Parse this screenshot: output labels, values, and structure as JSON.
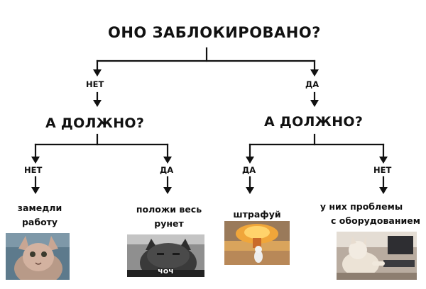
{
  "title": "ОНО ЗАБЛОКИРОВАНО?",
  "branch_no": "НЕТ",
  "branch_yes": "ДА",
  "question_left": "А ДОЛЖНО?",
  "question_right": "А ДОЛЖНО?",
  "sub": {
    "left_no": "НЕТ",
    "left_yes": "ДА",
    "right_yes": "ДА",
    "right_no": "НЕТ"
  },
  "outcomes": {
    "slow": [
      "замедли",
      "работу"
    ],
    "block": [
      "положи весь",
      "рунет"
    ],
    "fine": "штрафуй",
    "problems": [
      "у них проблемы",
      "с оборудованием"
    ]
  },
  "photo_caption": "чоч"
}
